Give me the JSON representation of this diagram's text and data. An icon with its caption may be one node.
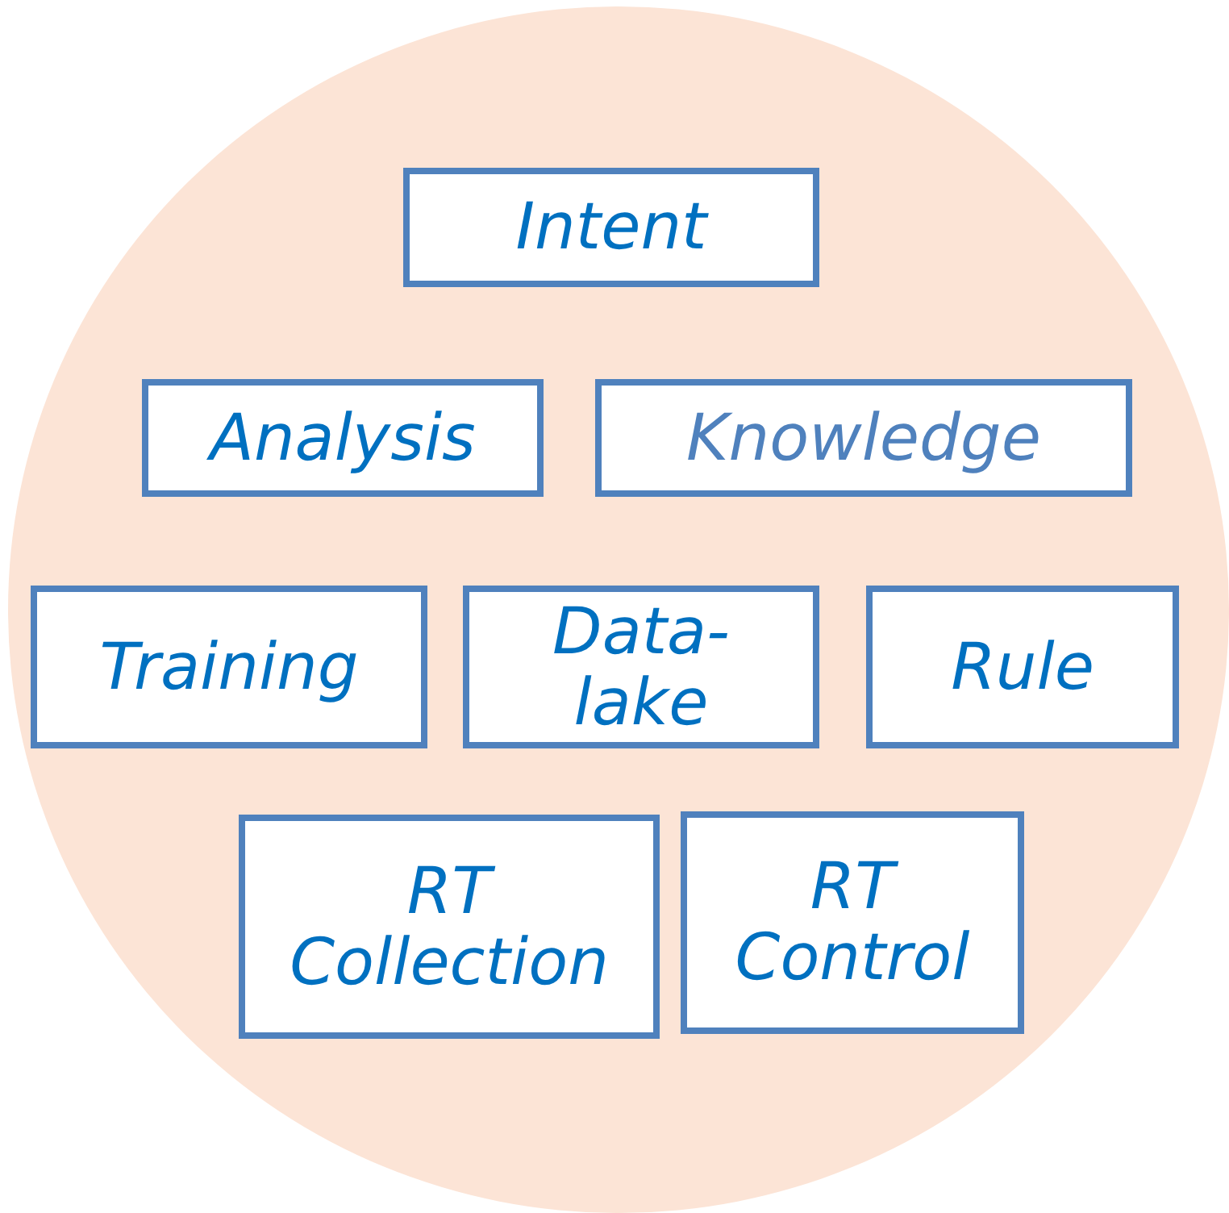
{
  "diagram": {
    "nodes": [
      {
        "text": [],
        "shape": "circle"
      },
      {
        "text": [
          "Intent"
        ],
        "in": 0
      },
      {
        "text": [
          "Analysis"
        ],
        "in": 0
      },
      {
        "text": [
          "Knowledge"
        ],
        "in": 0
      },
      {
        "text": [
          "Training"
        ],
        "in": 0
      },
      {
        "text": [
          "Data-lake"
        ],
        "in": 0
      },
      {
        "text": [
          "Rule"
        ],
        "in": 0
      },
      {
        "text": [
          "RT Collection"
        ],
        "in": 0
      },
      {
        "text": [
          "RT Control"
        ],
        "in": 0
      }
    ]
  }
}
